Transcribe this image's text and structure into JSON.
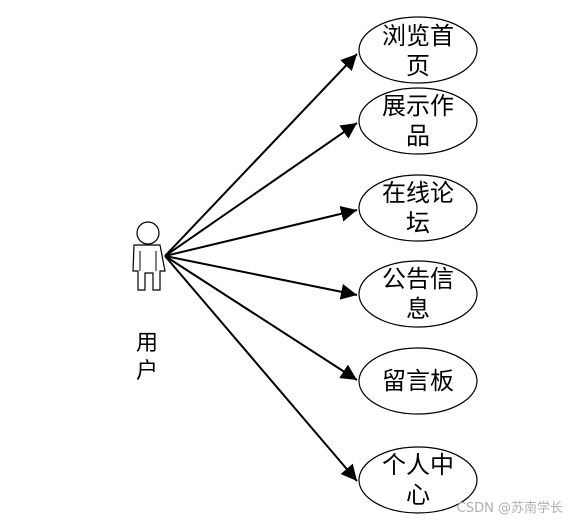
{
  "actor": {
    "label_line1": "用",
    "label_line2": "户"
  },
  "use_cases": [
    {
      "id": "browse-home",
      "line1": "浏览首",
      "line2": "页"
    },
    {
      "id": "show-works",
      "line1": "展示作",
      "line2": "品"
    },
    {
      "id": "online-forum",
      "line1": "在线论",
      "line2": "坛"
    },
    {
      "id": "announcements",
      "line1": "公告信",
      "line2": "息"
    },
    {
      "id": "message-board",
      "line1": "留言板",
      "line2": ""
    },
    {
      "id": "personal-center",
      "line1": "个人中",
      "line2": "心"
    }
  ],
  "watermark": "CSDN @苏南学长",
  "colors": {
    "line": "#000000",
    "ellipse_fill": "#ffffff",
    "ellipse_stroke": "#000000"
  }
}
